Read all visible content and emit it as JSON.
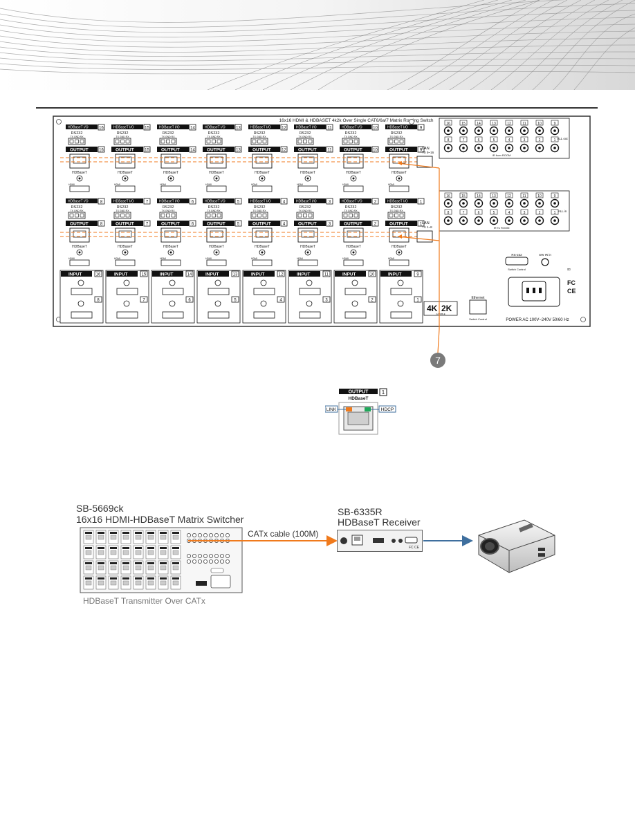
{
  "panel": {
    "title": "16x16  HDMI & HDBASET 4k2k Over Single CAT6/6a/7 Matrix Routing Switch",
    "io_label": "HDBaseT I/O",
    "rs232_label": "RS232",
    "rs232_pins": "TX  GND  RX",
    "output_label": "OUTPUT",
    "hdbaset_label": "HDBaseT",
    "hdmi_label": "HDMI",
    "input_label": "INPUT",
    "lan_label": "LAN",
    "lan_tx_upper": "TX 9~16",
    "lan_tx_lower": "TX 1~8",
    "ir_from_room": "IR from ROOM",
    "ir_to_room": "IR To ROOM",
    "all_out": "ALL out",
    "all_in": "ALL in",
    "rs232_port": "RS-232",
    "switch_control": "Switch Control",
    "sw_ir_in": "SW IR in",
    "ethernet": "Ethernet",
    "badge_4k": "4K",
    "badge_2k": "2K",
    "badge_capable": "CAPABLE",
    "fcc": "FC",
    "ce": "CE",
    "power": "POWER AC 100V~240V 50/60 Hz",
    "callout": "7",
    "top_row_numbers": [
      "16",
      "15",
      "14",
      "13",
      "12",
      "11",
      "10",
      "9"
    ],
    "bottom_row_numbers": [
      "8",
      "7",
      "6",
      "5",
      "4",
      "3",
      "2",
      "1"
    ],
    "ir_numbers_top": [
      "16",
      "15",
      "14",
      "13",
      "12",
      "11",
      "10",
      "9"
    ],
    "ir_numbers_bottom": [
      "8",
      "7",
      "6",
      "5",
      "4",
      "3",
      "2",
      "1"
    ]
  },
  "detail": {
    "output_label": "OUTPUT",
    "number": "1",
    "hdbaset_label": "HDBaseT",
    "link": "LINK",
    "hdcp": "HDCP",
    "colors": {
      "link_led": "#f07a1c",
      "hdcp_led": "#1fa85a"
    }
  },
  "connection": {
    "transmitter_model": "SB-5669ck",
    "transmitter_name": "16x16 HDMI-HDBaseT Matrix Switcher",
    "transmitter_caption": "HDBaseT  Transmitter Over CATx",
    "cable_label": "CATx cable (100M)",
    "receiver_model": "SB-6335R",
    "receiver_name": "HDBaseT Receiver"
  },
  "colors": {
    "accent": "#f07a1c",
    "arrow_blue": "#3f6f9e",
    "callout": "#7a7a7a"
  }
}
